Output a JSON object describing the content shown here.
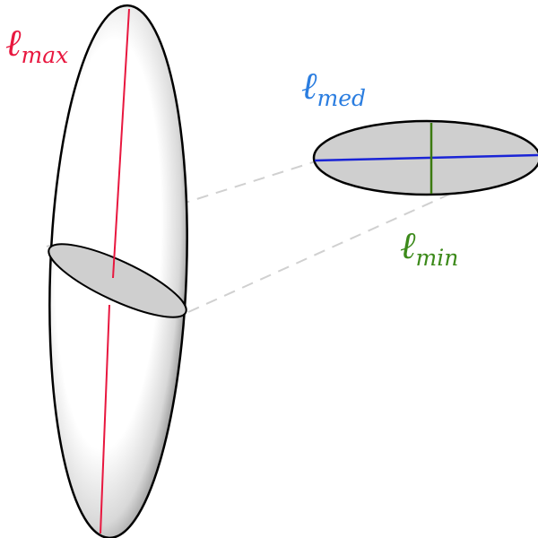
{
  "labels": {
    "max": {
      "symbol": "ℓ",
      "subscript": "max",
      "color": "#e8173f"
    },
    "med": {
      "symbol": "ℓ",
      "subscript": "med",
      "color": "#2a7de0"
    },
    "min": {
      "symbol": "ℓ",
      "subscript": "min",
      "color": "#3c8a1a"
    }
  },
  "colors": {
    "outline": "#000000",
    "cross_section_fill": "#cfcfcf",
    "projection_lines": "#d0d0d0",
    "shading_light": "#ffffff",
    "shading_dark": "#8a8a8a"
  }
}
